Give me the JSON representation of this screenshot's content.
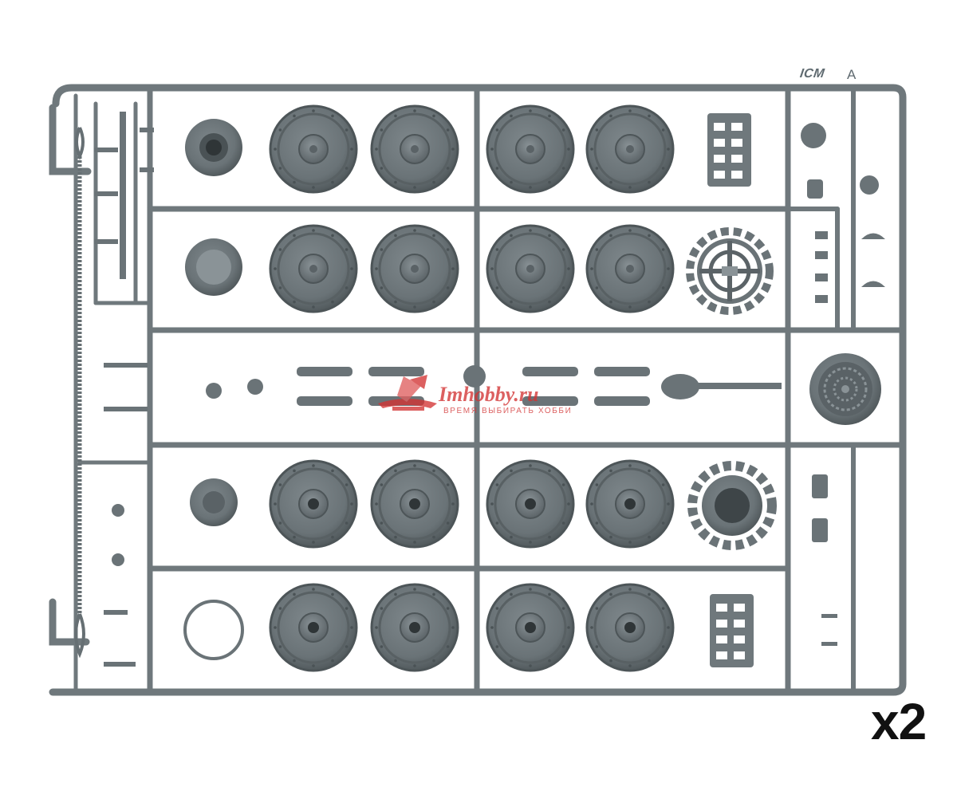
{
  "photo": {
    "description_free": true,
    "colors": {
      "background": "#ffffff",
      "plastic": "#6f787c",
      "plastic_dark": "#4d5558",
      "plastic_light": "#8c9598",
      "watermark": "#d33434"
    },
    "sprue": {
      "brand_mark": "ICM",
      "letter": "A"
    },
    "watermark": {
      "title": "Imhobby.ru",
      "subtitle": "ВРЕМЯ ВЫБИРАТЬ ХОББИ"
    },
    "multiplier": "x2"
  }
}
